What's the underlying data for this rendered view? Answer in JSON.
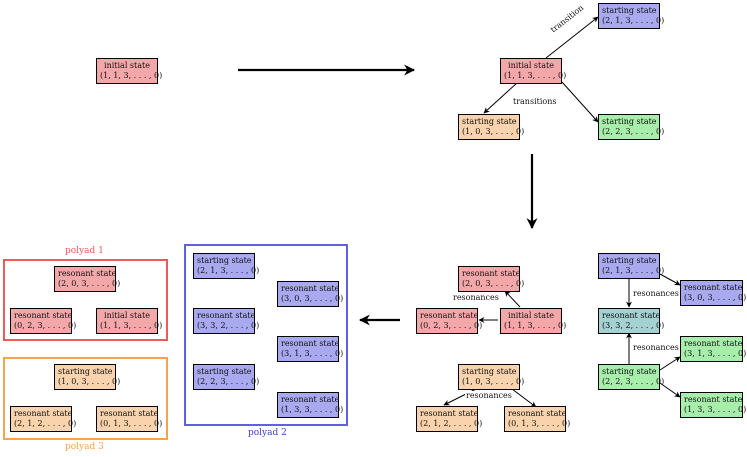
{
  "colors": {
    "initial": "#f4a7a9",
    "starting_blue": "#a9a9f0",
    "starting_orange": "#f9d3ad",
    "starting_green": "#a6eeaa",
    "resonant_teal": "#a4d1d1",
    "polyad1_border": "#ee5a5a",
    "polyad2_border": "#6060e0",
    "polyad3_border": "#f5a34c"
  },
  "nodes": {
    "init_left": {
      "title": "initial state",
      "tuple": "(1, 1, 3, . . . , 0)"
    },
    "init_top": {
      "title": "initial state",
      "tuple": "(1, 1, 3, . . . , 0)"
    },
    "start_b_top": {
      "title": "starting state",
      "tuple": "(2, 1, 3, . . . , 0)"
    },
    "start_o_top": {
      "title": "starting state",
      "tuple": "(1, 0, 3, . . . , 0)"
    },
    "start_g_top": {
      "title": "starting state",
      "tuple": "(2, 2, 3, . . . , 0)"
    },
    "res_red_up": {
      "title": "resonant state",
      "tuple": "(2, 0, 3, . . . , 0)"
    },
    "res_red_left": {
      "title": "resonant state",
      "tuple": "(0, 2, 3, . . . , 0)"
    },
    "init_mid": {
      "title": "initial state",
      "tuple": "(1, 1, 3, . . . , 0)"
    },
    "start_o_mid": {
      "title": "starting state",
      "tuple": "(1, 0, 3, . . . , 0)"
    },
    "res_o_l": {
      "title": "resonant state",
      "tuple": "(2, 1, 2, . . . , 0)"
    },
    "res_o_r": {
      "title": "resonant state",
      "tuple": "(0, 1, 3, . . . , 0)"
    },
    "start_b_right": {
      "title": "starting state",
      "tuple": "(2, 1, 3, . . . , 0)"
    },
    "res_b_right": {
      "title": "resonant state",
      "tuple": "(3, 0, 3, . . . , 0)"
    },
    "res_teal": {
      "title": "resonant state",
      "tuple": "(3, 3, 2, . . . , 0)"
    },
    "start_g_right": {
      "title": "starting state",
      "tuple": "(2, 2, 3, . . . , 0)"
    },
    "res_g_1": {
      "title": "resonant state",
      "tuple": "(3, 1, 3, . . . , 0)"
    },
    "res_g_2": {
      "title": "resonant state",
      "tuple": "(1, 3, 3, . . . , 0)"
    },
    "p1_res_top": {
      "title": "resonant state",
      "tuple": "(2, 0, 3, . . . , 0)"
    },
    "p1_res_left": {
      "title": "resonant state",
      "tuple": "(0, 2, 3, . . . , 0)"
    },
    "p1_init": {
      "title": "initial state",
      "tuple": "(1, 1, 3, . . . , 0)"
    },
    "p3_start": {
      "title": "starting state",
      "tuple": "(1, 0, 3, . . . , 0)"
    },
    "p3_res_l": {
      "title": "resonant state",
      "tuple": "(2, 1, 2, . . . , 0)"
    },
    "p3_res_r": {
      "title": "resonant state",
      "tuple": "(0, 1, 3, . . . , 0)"
    },
    "p2_s1": {
      "title": "starting state",
      "tuple": "(2, 1, 3, . . . , 0)"
    },
    "p2_r1": {
      "title": "resonant state",
      "tuple": "(3, 0, 3, . . . , 0)"
    },
    "p2_r2": {
      "title": "resonant state",
      "tuple": "(3, 3, 2, . . . , 0)"
    },
    "p2_r3": {
      "title": "resonant state",
      "tuple": "(3, 1, 3, . . . , 0)"
    },
    "p2_s2": {
      "title": "starting state",
      "tuple": "(2, 2, 3, . . . , 0)"
    },
    "p2_r4": {
      "title": "resonant state",
      "tuple": "(1, 3, 3, . . . , 0)"
    }
  },
  "labels": {
    "transition": "transition",
    "transitions": "transitions",
    "resonances_red": "resonances",
    "resonances_orange": "resonances",
    "resonances_blue": "resonances",
    "resonances_green": "resonances"
  },
  "groups": {
    "polyad1": "polyad 1",
    "polyad2": "polyad 2",
    "polyad3": "polyad 3"
  }
}
